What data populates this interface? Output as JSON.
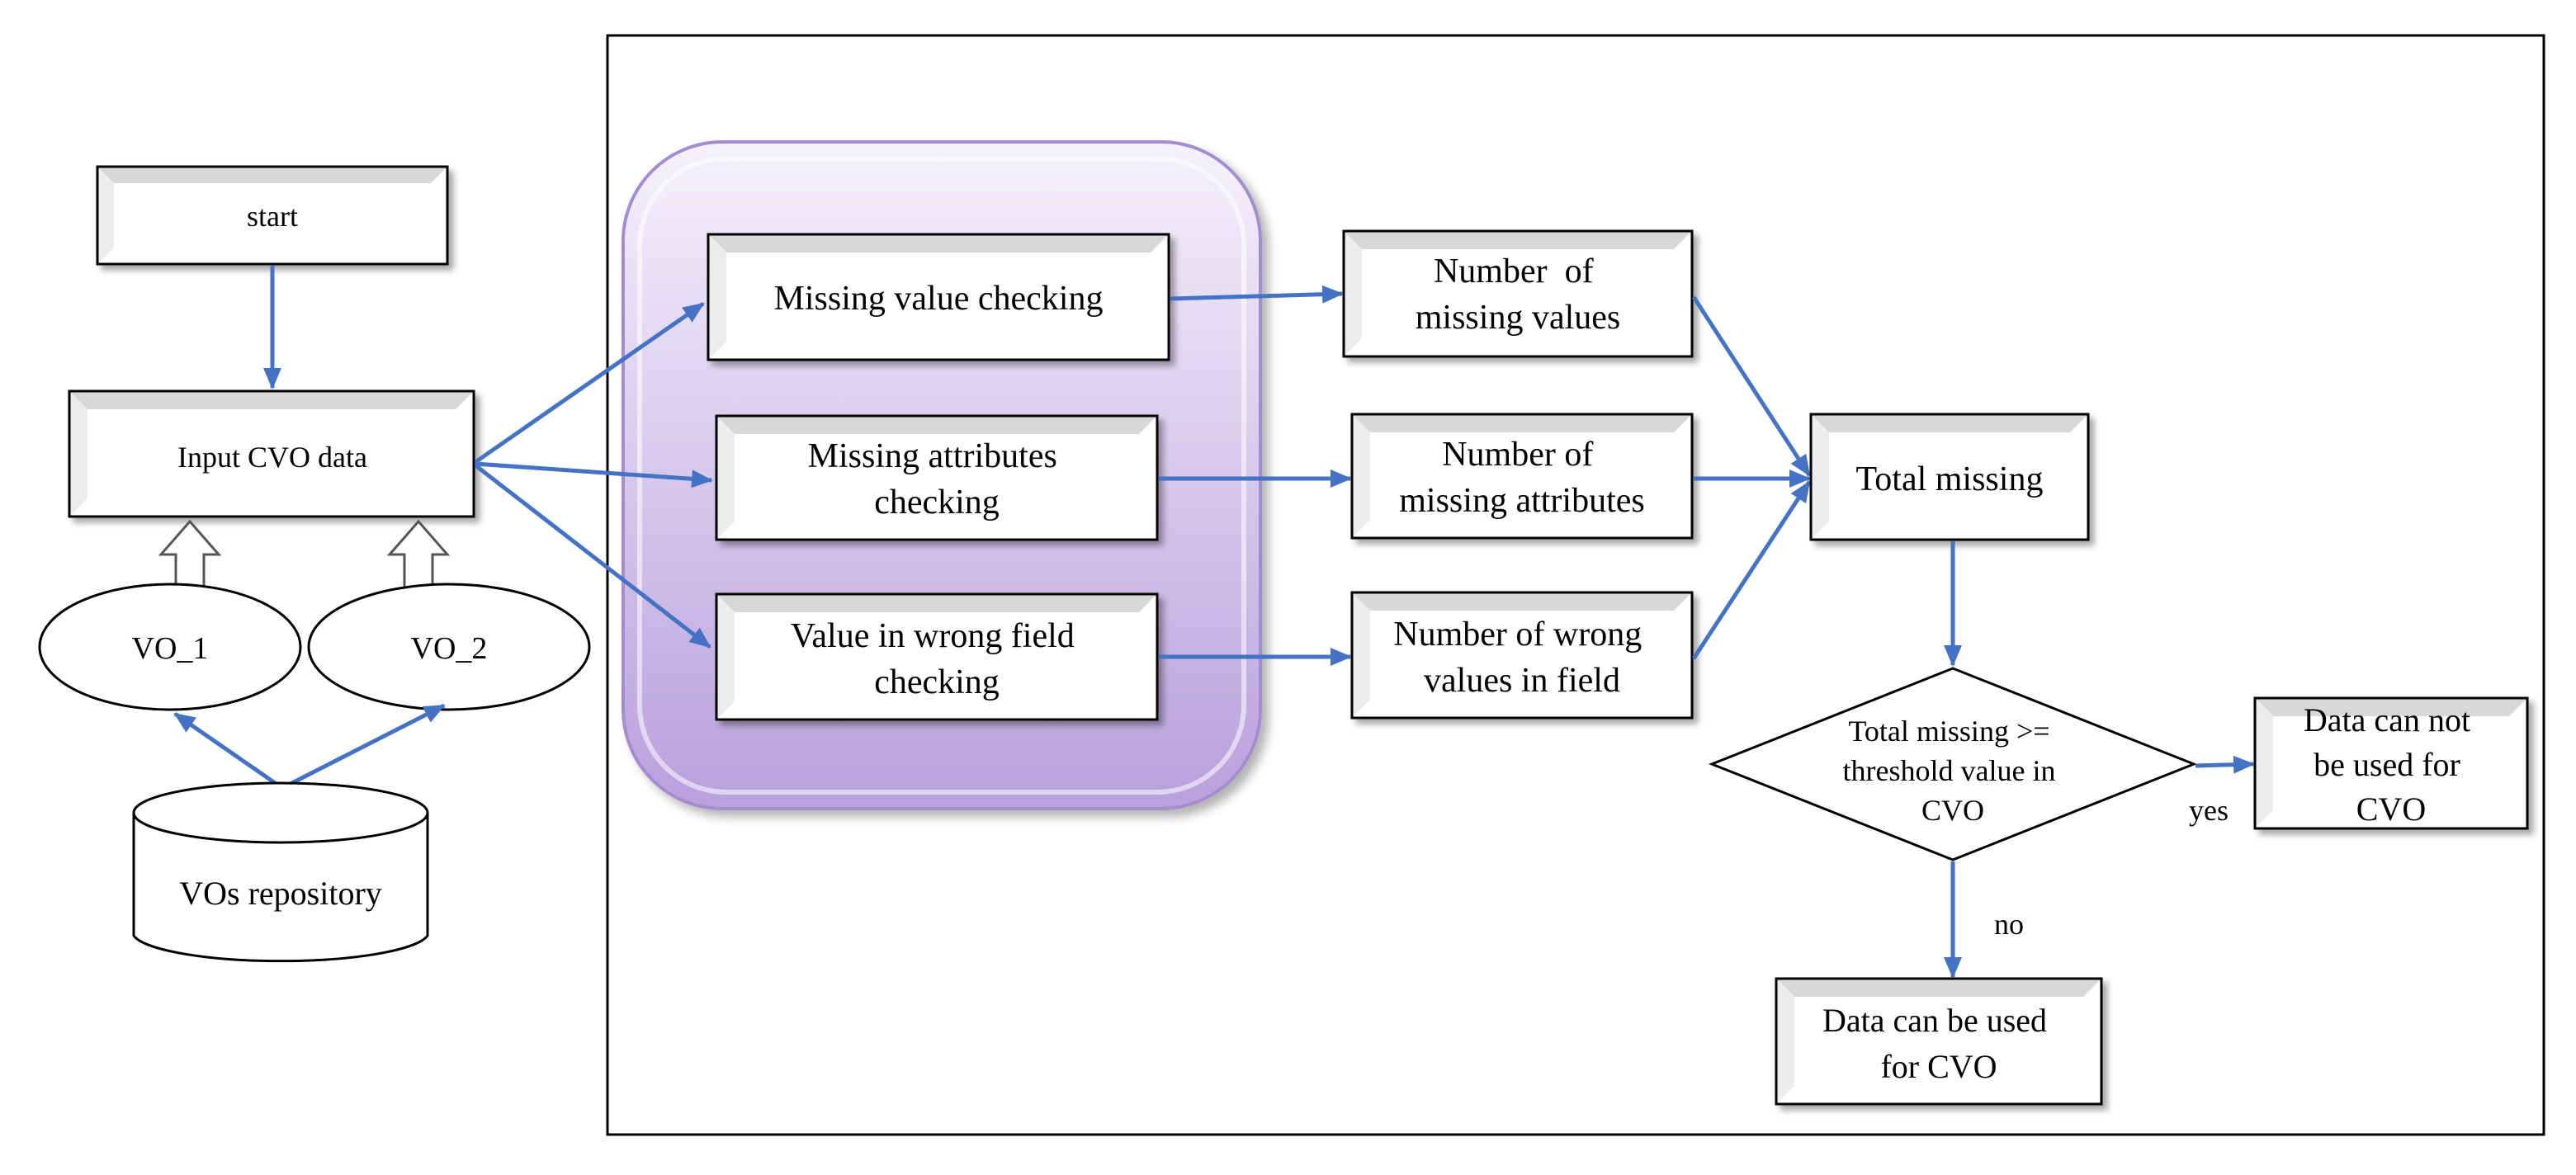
{
  "nodes": {
    "start": "start",
    "input": "Input CVO data",
    "vo1": "VO_1",
    "vo2": "VO_2",
    "repo": "VOs repository",
    "missing_value_check": "Missing value checking",
    "missing_attr_check": [
      "Missing attributes",
      "checking"
    ],
    "wrong_field_check": [
      "Value in wrong field",
      "checking"
    ],
    "num_missing_values": [
      "Number  of",
      "missing values"
    ],
    "num_missing_attr": [
      "Number of",
      "missing attributes"
    ],
    "num_wrong_values": [
      "Number of wrong",
      "values in field"
    ],
    "total_missing": "Total missing",
    "decision": [
      "Total missing >=",
      "threshold value in",
      "CVO"
    ],
    "cannot_use": [
      "Data can not",
      "be used for",
      "CVO"
    ],
    "can_use": [
      "Data can be used",
      "for CVO"
    ]
  },
  "edge_labels": {
    "yes": "yes",
    "no": "no"
  },
  "colors": {
    "arrow": "#4472C4",
    "box_stroke": "#000000",
    "box_fill": "#ffffff",
    "box_bevel": "#dcdcdc",
    "panel_top": "#f3eefb",
    "panel_bottom": "#b9a0dc",
    "panel_stroke": "#a58bd0"
  }
}
